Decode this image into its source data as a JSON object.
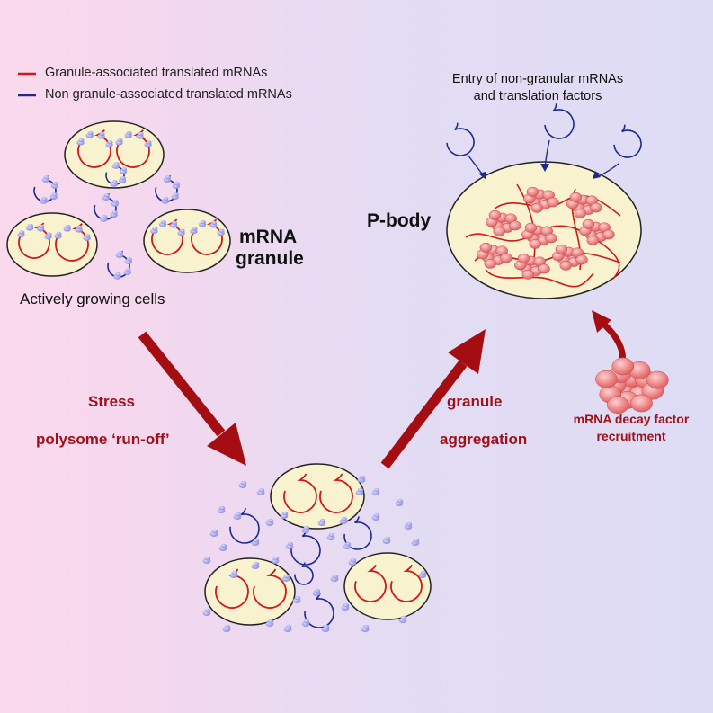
{
  "legend": {
    "granule_label": "Granule-associated translated mRNAs",
    "non_granule_label": "Non granule-associated translated mRNAs"
  },
  "colors": {
    "granule_mrna": "#d01818",
    "non_granule_mrna": "#1c2a8c",
    "arrow": "#a40e12",
    "ribosome": "#a9a9ef",
    "granule_fill": "#f8f2cf",
    "pbody_blob": "#f07878"
  },
  "labels": {
    "entry_line1": "Entry of non-granular mRNAs",
    "entry_line2": "and translation factors",
    "pbody": "P-body",
    "mrna": "mRNA",
    "granule": "granule",
    "actively_growing": "Actively growing cells",
    "stress": "Stress",
    "runoff": "polysome ‘run-off’",
    "granule_word": "granule",
    "aggregation": "aggregation",
    "decay_line1": "mRNA decay factor",
    "decay_line2": "recruitment"
  }
}
